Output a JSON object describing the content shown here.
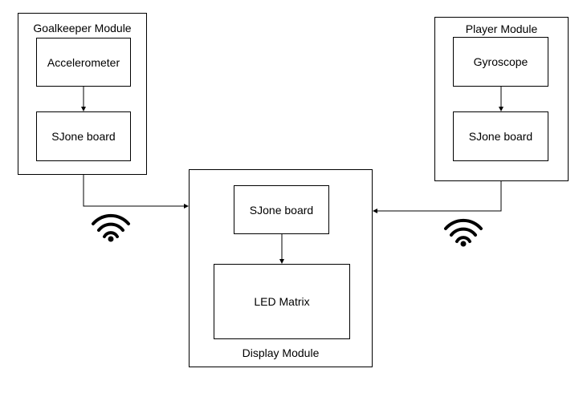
{
  "modules": {
    "goalkeeper": {
      "title": "Goalkeeper Module",
      "sensor": "Accelerometer",
      "board": "SJone board"
    },
    "player": {
      "title": "Player Module",
      "sensor": "Gyroscope",
      "board": "SJone board"
    },
    "display": {
      "title": "Display Module",
      "board": "SJone board",
      "matrix": "LED Matrix"
    }
  },
  "icons": {
    "left_wireless": "wifi-icon",
    "right_wireless": "wifi-icon"
  },
  "colors": {
    "line": "#000000",
    "background": "#ffffff"
  }
}
